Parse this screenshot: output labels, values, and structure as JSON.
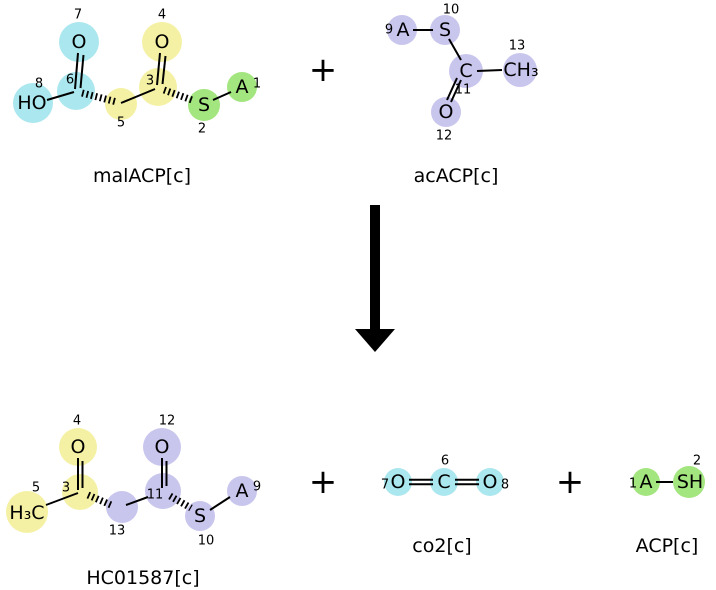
{
  "colors": {
    "highlight_cyan": "#abe7ee",
    "highlight_yellow": "#f5f1a4",
    "highlight_green": "#a3e57e",
    "highlight_purple": "#c9c6ee",
    "oxygen_red": "#d40000",
    "sulfur_olive": "#9a9a00"
  },
  "operators": {
    "plus_top": "+",
    "plus_mid": "+",
    "plus_right": "+"
  },
  "reactants": {
    "malACP": {
      "caption": "malACP[c]",
      "atoms": {
        "O7": {
          "symbol": "O",
          "map": "7"
        },
        "O4": {
          "symbol": "O",
          "map": "4"
        },
        "HO8": {
          "symbol": "HO",
          "map": "8"
        },
        "C6": {
          "map": "6"
        },
        "C5": {
          "map": "5"
        },
        "C3": {
          "map": "3"
        },
        "S2": {
          "symbol": "S",
          "map": "2"
        },
        "A1": {
          "symbol": "A",
          "map": "1"
        }
      }
    },
    "acACP": {
      "caption": "acACP[c]",
      "atoms": {
        "A9": {
          "symbol": "A",
          "map": "9"
        },
        "S10": {
          "symbol": "S",
          "map": "10"
        },
        "C11": {
          "symbol": "C",
          "map": "11"
        },
        "C13": {
          "symbol": "CH₃",
          "map": "13"
        },
        "O12": {
          "symbol": "O",
          "map": "12"
        }
      }
    }
  },
  "products": {
    "HC01587": {
      "caption": "HC01587[c]",
      "atoms": {
        "O4": {
          "symbol": "O",
          "map": "4"
        },
        "O12": {
          "symbol": "O",
          "map": "12"
        },
        "C5": {
          "symbol": "H₃C",
          "map": "5"
        },
        "C3": {
          "map": "3"
        },
        "C13": {
          "map": "13"
        },
        "C11": {
          "map": "11"
        },
        "S10": {
          "symbol": "S",
          "map": "10"
        },
        "A9": {
          "symbol": "A",
          "map": "9"
        }
      }
    },
    "co2": {
      "caption": "co2[c]",
      "atoms": {
        "O7": {
          "symbol": "O",
          "map": "7"
        },
        "C6": {
          "symbol": "C",
          "map": "6"
        },
        "O8": {
          "symbol": "O",
          "map": "8"
        }
      }
    },
    "ACP": {
      "caption": "ACP[c]",
      "atoms": {
        "A1": {
          "symbol": "A",
          "map": "1"
        },
        "SH2": {
          "symbol": "SH",
          "map": "2"
        }
      }
    }
  }
}
